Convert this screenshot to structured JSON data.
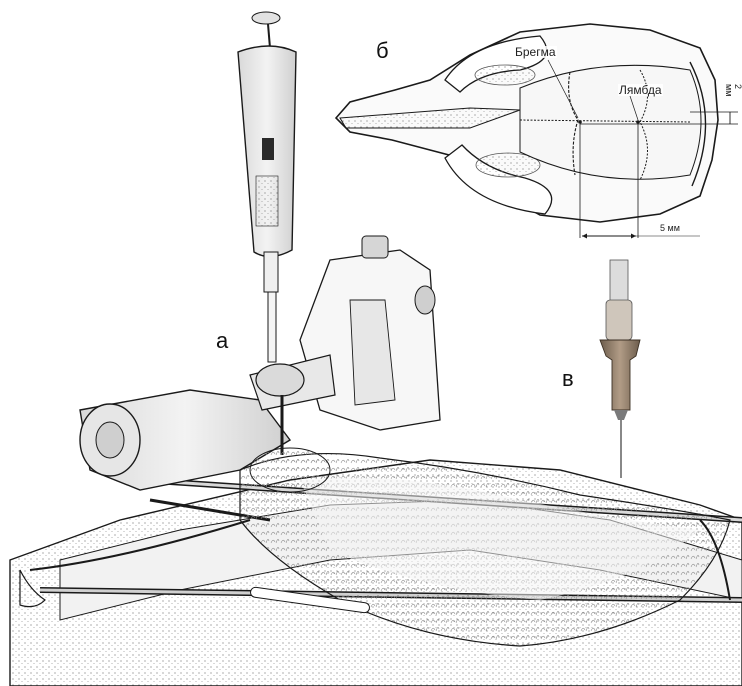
{
  "labels": {
    "panel_a": "а",
    "panel_b": "б",
    "panel_v": "в",
    "bregma": "Брегма",
    "lambda": "Лямбда",
    "scale_2mm": "2 мм",
    "scale_5mm": "5 мм"
  },
  "colors": {
    "ink": "#1a1a1a",
    "shade": "#bdbdbd",
    "light_shade": "#e3e3e3",
    "needle_hub": "#8d7b6a",
    "needle_tip": "#6e6e6e"
  }
}
